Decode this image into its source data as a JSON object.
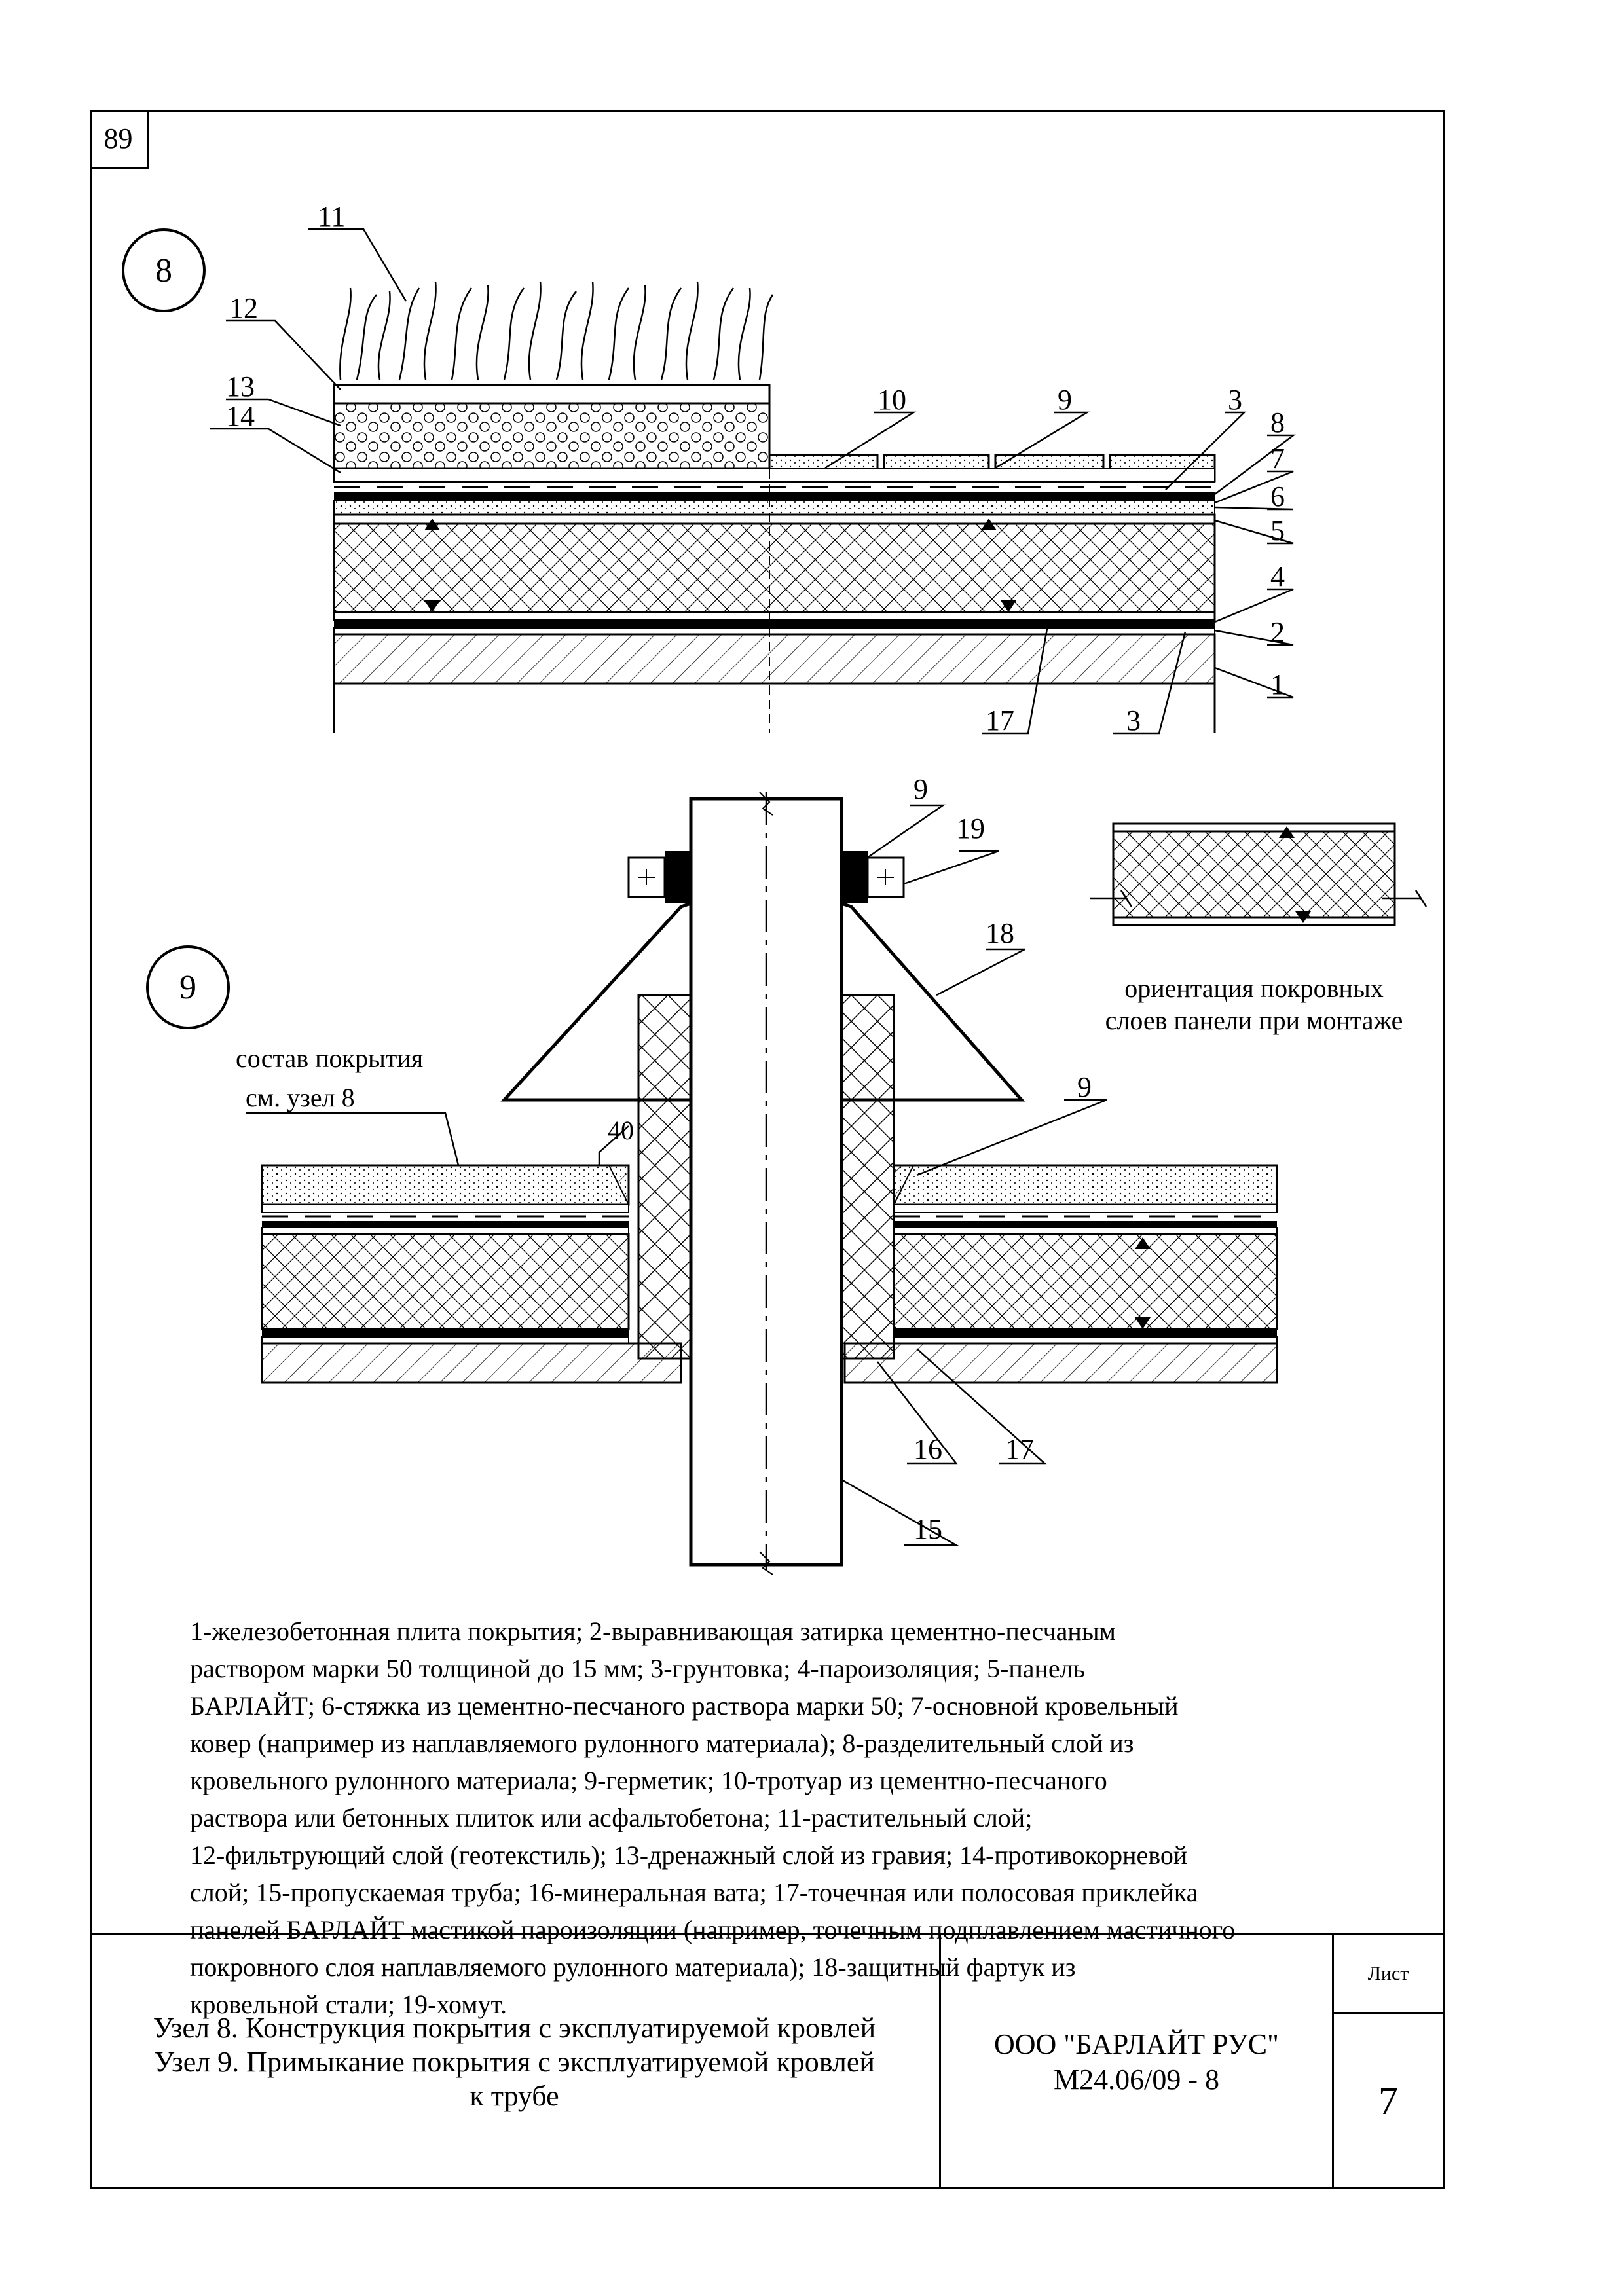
{
  "page": {
    "number": "89"
  },
  "node8": {
    "id": "8",
    "callouts": [
      "11",
      "12",
      "13",
      "14",
      "10",
      "9",
      "3",
      "8",
      "7",
      "6",
      "5",
      "4",
      "2",
      "1",
      "17",
      "3"
    ]
  },
  "node9": {
    "id": "9",
    "callouts": [
      "9",
      "19",
      "18",
      "9",
      "16",
      "17",
      "15"
    ],
    "composition_note_line1": "состав покрытия",
    "composition_note_line2": "см. узел 8",
    "dimension": "40"
  },
  "orientation_note": {
    "line1": "ориентация покровных",
    "line2": "слоев панели при монтаже"
  },
  "legend": {
    "lines": [
      "1-железобетонная плита покрытия; 2-выравнивающая затирка цементно-песчаным",
      "раствором марки 50 толщиной до 15 мм; 3-грунтовка; 4-пароизоляция; 5-панель",
      "БАРЛАЙТ; 6-стяжка из цементно-песчаного раствора марки 50; 7-основной кровельный",
      "ковер (например из наплавляемого рулонного материала); 8-разделительный слой из",
      "кровельного рулонного материала; 9-герметик; 10-тротуар из цементно-песчаного",
      "раствора или бетонных плиток или асфальтобетона; 11-растительный слой;",
      "12-фильтрующий слой (геотекстиль); 13-дренажный слой из гравия; 14-противокорневой",
      "слой; 15-пропускаемая труба; 16-минеральная вата; 17-точечная или полосовая приклейка",
      "панелей БАРЛАЙТ мастикой пароизоляции (например, точечным подплавлением мастичного",
      "покровного слоя наплавляемого рулонного материала); 18-защитный фартук из",
      "кровельной стали; 19-хомут."
    ]
  },
  "title_block": {
    "title_line1": "Узел 8. Конструкция покрытия с эксплуатируемой кровлей",
    "title_line2": "Узел 9. Примыкание покрытия  с эксплуатируемой  кровлей",
    "title_line3": "к трубе",
    "company": "ООО \"БАРЛАЙТ РУС\"",
    "doc_code": "М24.06/09 - 8",
    "sheet_label": "Лист",
    "sheet_number": "7"
  }
}
